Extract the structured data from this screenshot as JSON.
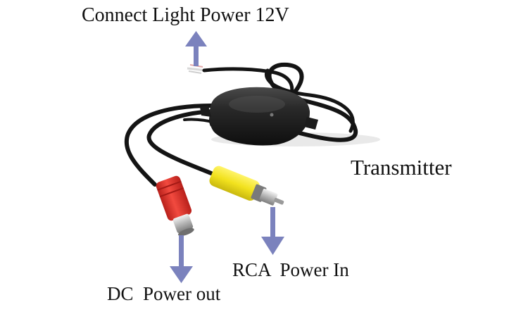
{
  "labels": {
    "light_power": "Connect Light Power 12V",
    "transmitter": "Transmitter",
    "rca_power_in": "RCA  Power In",
    "dc_power_out": "DC  Power out"
  },
  "colors": {
    "arrow": "#7b82bd",
    "cable": "#141414",
    "red_plug": "#e0302a",
    "yellow_plug": "#f2e21e",
    "metal": "#c9c9c9",
    "background": "#ffffff"
  },
  "icons": {
    "arrow_up": "arrow-up-icon",
    "arrow_down": "arrow-down-icon"
  }
}
